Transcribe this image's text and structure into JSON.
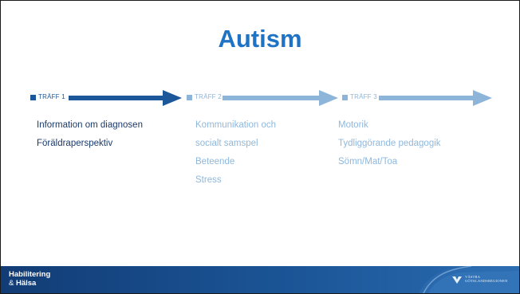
{
  "slide": {
    "title": "Autism",
    "stages": [
      {
        "label": "TRÄFF 1",
        "color": "#1c5799",
        "text_color": "#1a3a6a",
        "items": [
          "Information om diagnosen",
          "Föräldraperspektiv"
        ]
      },
      {
        "label": "TRÄFF 2",
        "color": "#8db5da",
        "text_color": "#8fb8dc",
        "items": [
          "Kommunikation och",
          "socialt samspel",
          "Beteende",
          "Stress"
        ]
      },
      {
        "label": "TRÄFF 3",
        "color": "#8db5da",
        "text_color": "#8fb8dc",
        "items": [
          "Motorik",
          "Tydliggörande pedagogik",
          "Sömn/Mat/Toa"
        ]
      }
    ]
  },
  "footer": {
    "brand_line1": "Habilitering",
    "brand_line2_prefix": "&",
    "brand_line2": "Hälsa",
    "logo_line1": "VÄSTRA",
    "logo_line2": "GÖTALANDSREGIONEN"
  },
  "colors": {
    "title": "#1f73c4",
    "footer_bg": "#1c5799"
  }
}
